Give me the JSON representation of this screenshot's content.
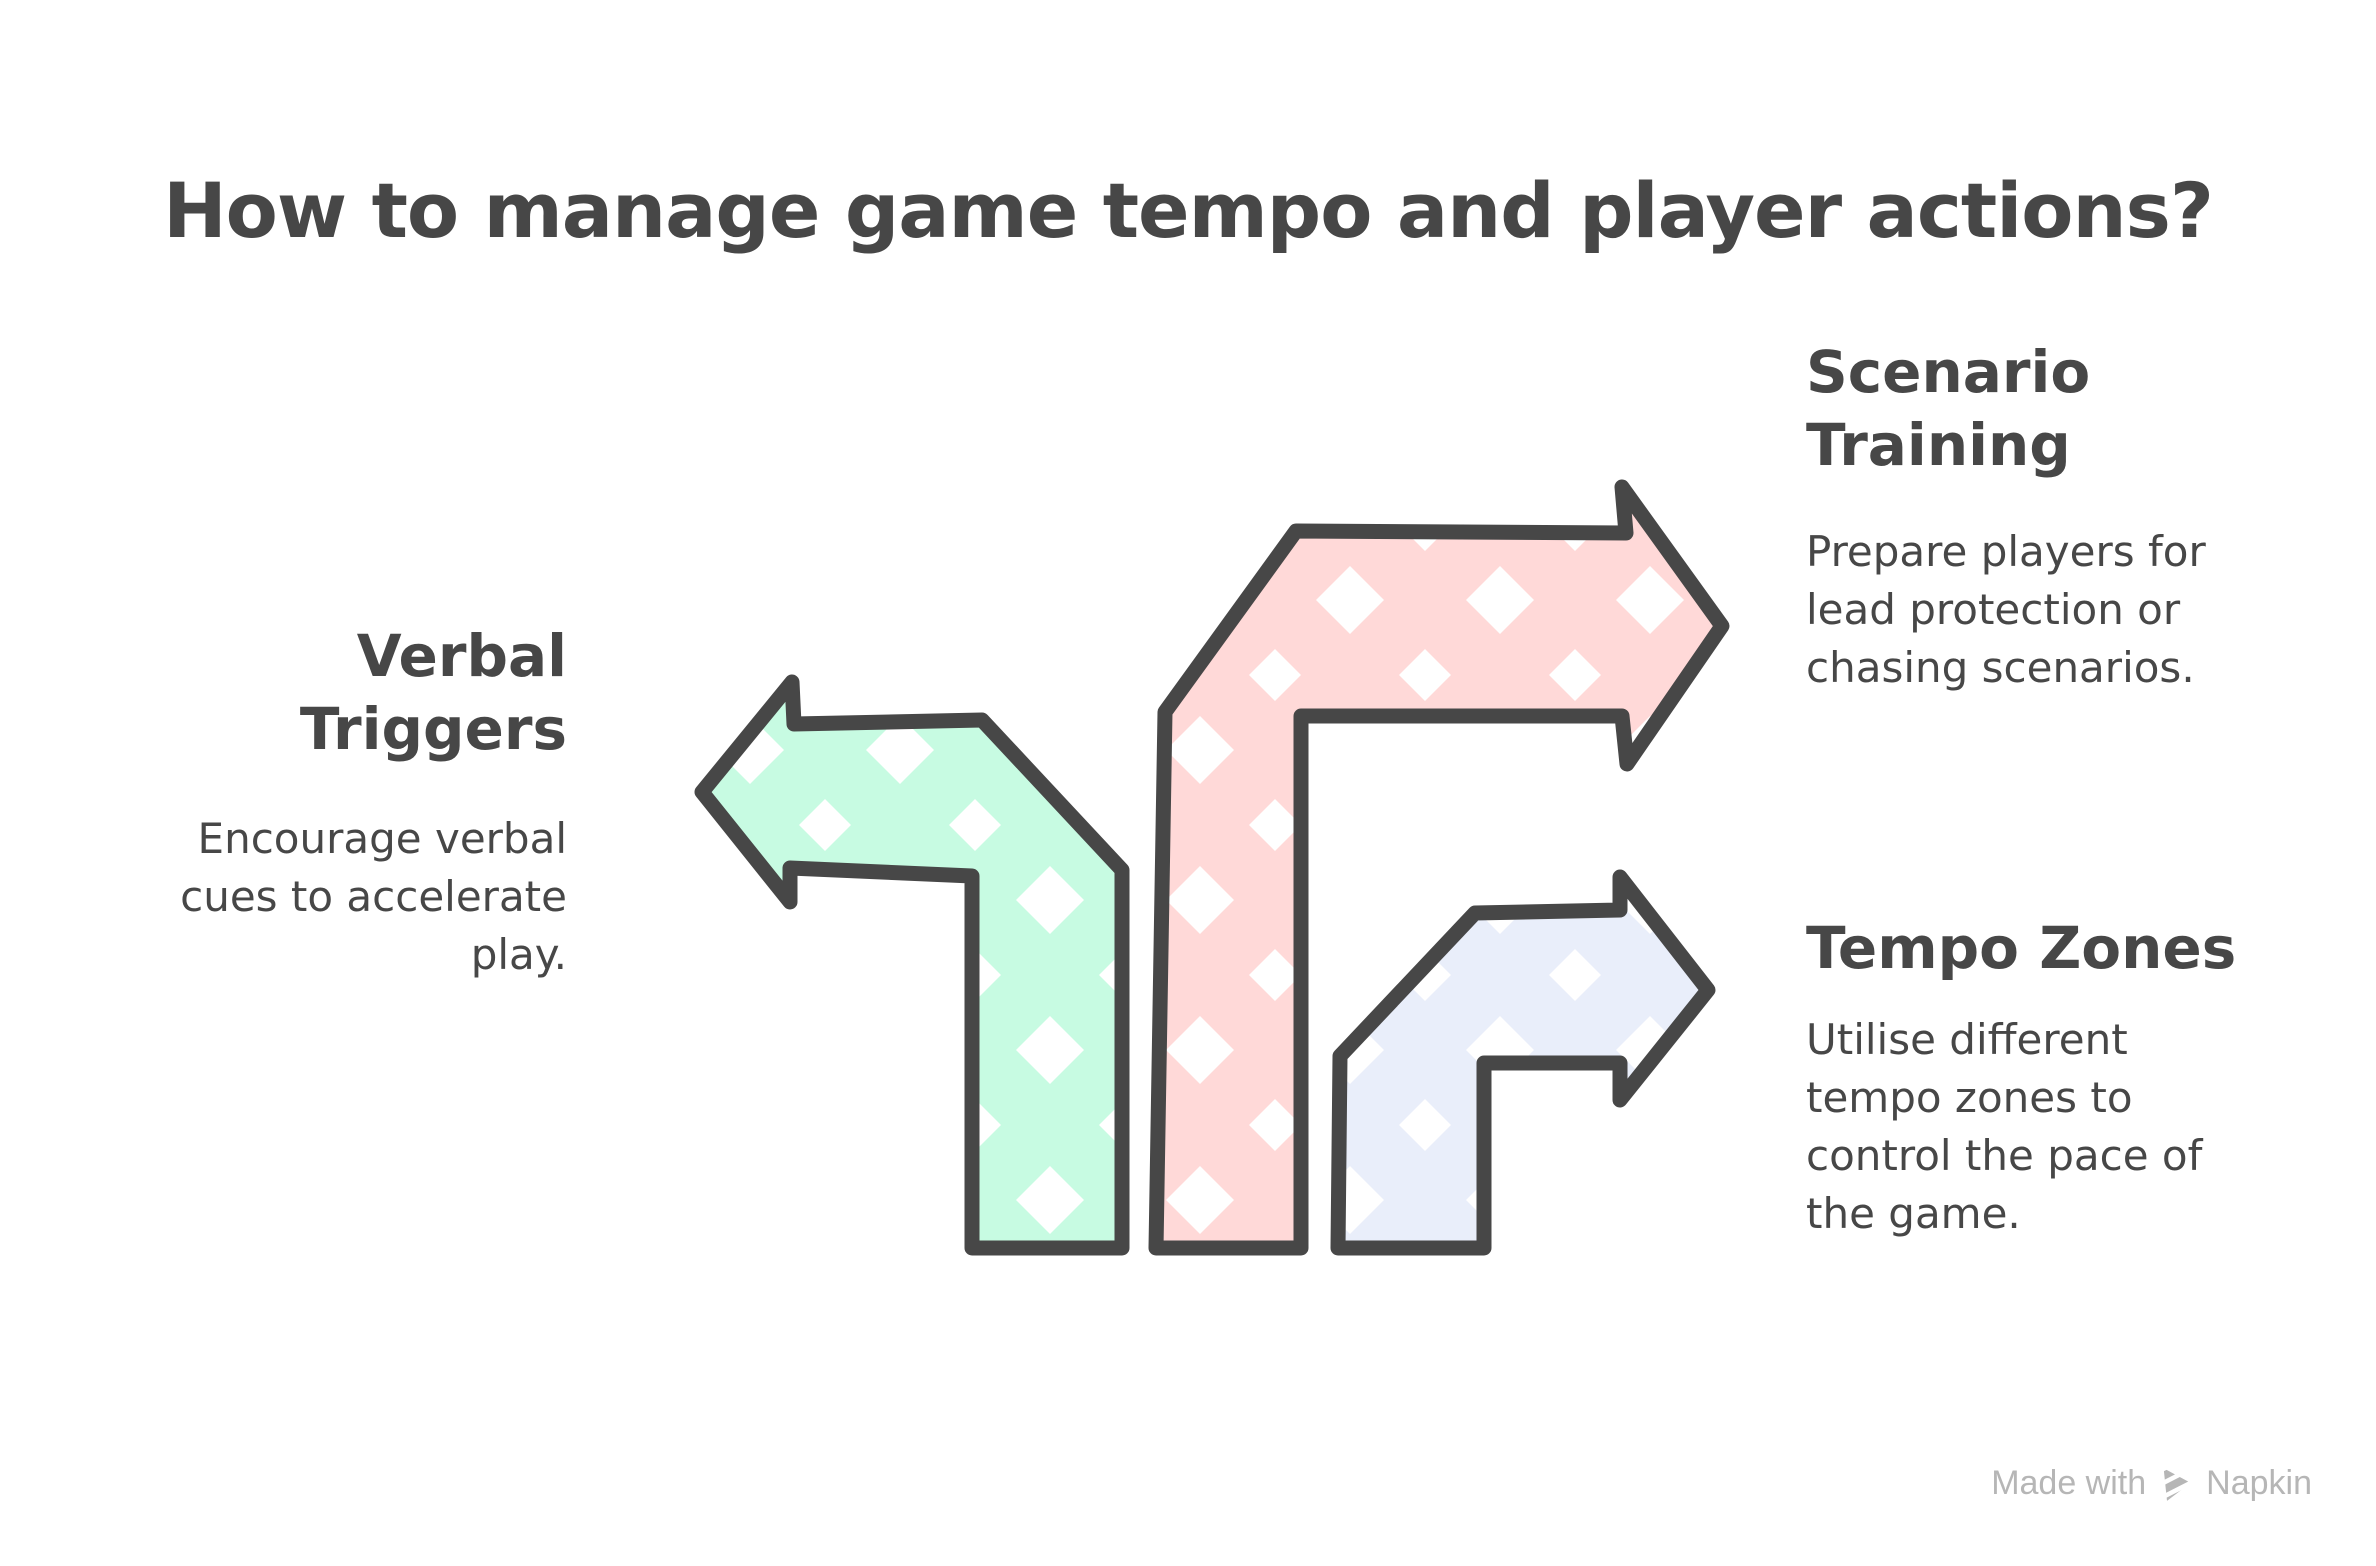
{
  "title": "How to manage game tempo and player actions?",
  "sections": {
    "verbal": {
      "heading": "Verbal\nTriggers",
      "body": "Encourage verbal\ncues to accelerate\nplay."
    },
    "scenario": {
      "heading": "Scenario\nTraining",
      "body": "Prepare players for\nlead protection or\nchasing scenarios."
    },
    "tempo": {
      "heading": "Tempo Zones",
      "body": "Utilise different\ntempo zones to\ncontrol the pace of\nthe game."
    }
  },
  "arrows": {
    "outline_color": "#474747",
    "green": {
      "name": "verbal-triggers-arrow",
      "direction": "left-with-elbow-down",
      "fill": "#c7fbe2"
    },
    "pink": {
      "name": "scenario-training-arrow",
      "direction": "up-then-right",
      "fill": "#ffd9d8"
    },
    "blue": {
      "name": "tempo-zones-arrow",
      "direction": "up-then-right",
      "fill": "#e9eefa"
    }
  },
  "colors": {
    "background": "#ffffff",
    "text": "#474747",
    "footer_text": "#b6b6b6"
  },
  "footer": {
    "made_with": "Made with",
    "brand": "Napkin"
  }
}
